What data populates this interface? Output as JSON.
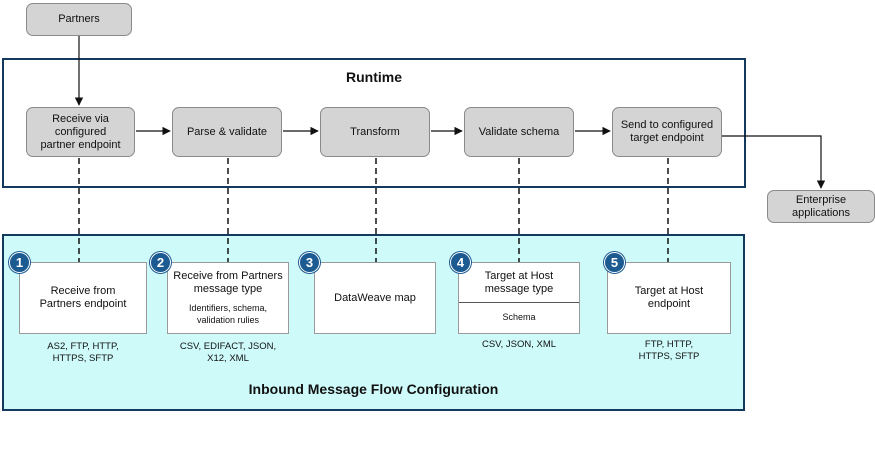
{
  "partners": "Partners",
  "enterprise": "Enterprise\napplications",
  "runtime": {
    "title": "Runtime",
    "steps": [
      "Receive via\nconfigured\npartner endpoint",
      "Parse & validate",
      "Transform",
      "Validate schema",
      "Send to configured\ntarget endpoint"
    ]
  },
  "config": {
    "title": "Inbound Message Flow Configuration",
    "cards": [
      {
        "num": "1",
        "title": "Receive from\nPartners endpoint",
        "detail": "",
        "protocols": "AS2, FTP, HTTP,\nHTTPS, SFTP"
      },
      {
        "num": "2",
        "title": "Receive from Partners\nmessage type",
        "detail": "Identifiers, schema,\nvalidation rulies",
        "protocols": "CSV, EDIFACT, JSON,\nX12, XML"
      },
      {
        "num": "3",
        "title": "DataWeave map",
        "detail": "",
        "protocols": ""
      },
      {
        "num": "4",
        "title": "Target at Host\nmessage type",
        "detail": "Schema",
        "protocols": "CSV, JSON, XML"
      },
      {
        "num": "5",
        "title": "Target at Host\nendpoint",
        "detail": "",
        "protocols": "FTP, HTTP,\nHTTPS, SFTP"
      }
    ]
  }
}
